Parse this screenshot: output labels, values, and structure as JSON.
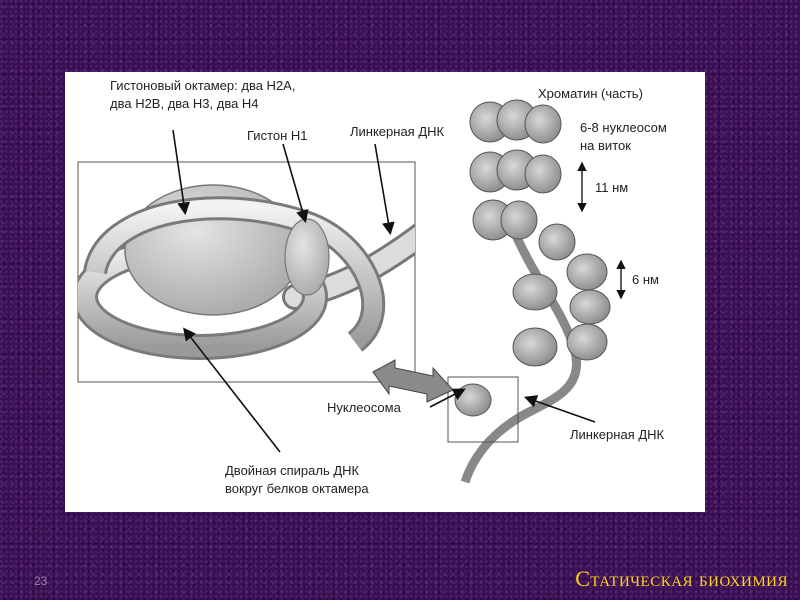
{
  "labels": {
    "octamer": "Гистоновый октамер: два Н2А,",
    "octamer_2": "два Н2В, два Н3, два Н4",
    "histone_h1": "Гистон Н1",
    "linker_dna_top": "Линкерная ДНК",
    "chromatin": "Хроматин (часть)",
    "nucleosomes_per_turn_1": "6-8 нуклеосом",
    "nucleosomes_per_turn_2": "на виток",
    "size_11": "11 нм",
    "size_6": "6 нм",
    "nucleosome": "Нуклеосома",
    "linker_dna_bottom": "Линкерная ДНК",
    "double_helix_1": "Двойная спираль ДНК",
    "double_helix_2": "вокруг белков октамера"
  },
  "slide_number": "23",
  "footer": "Статическая биохимия"
}
